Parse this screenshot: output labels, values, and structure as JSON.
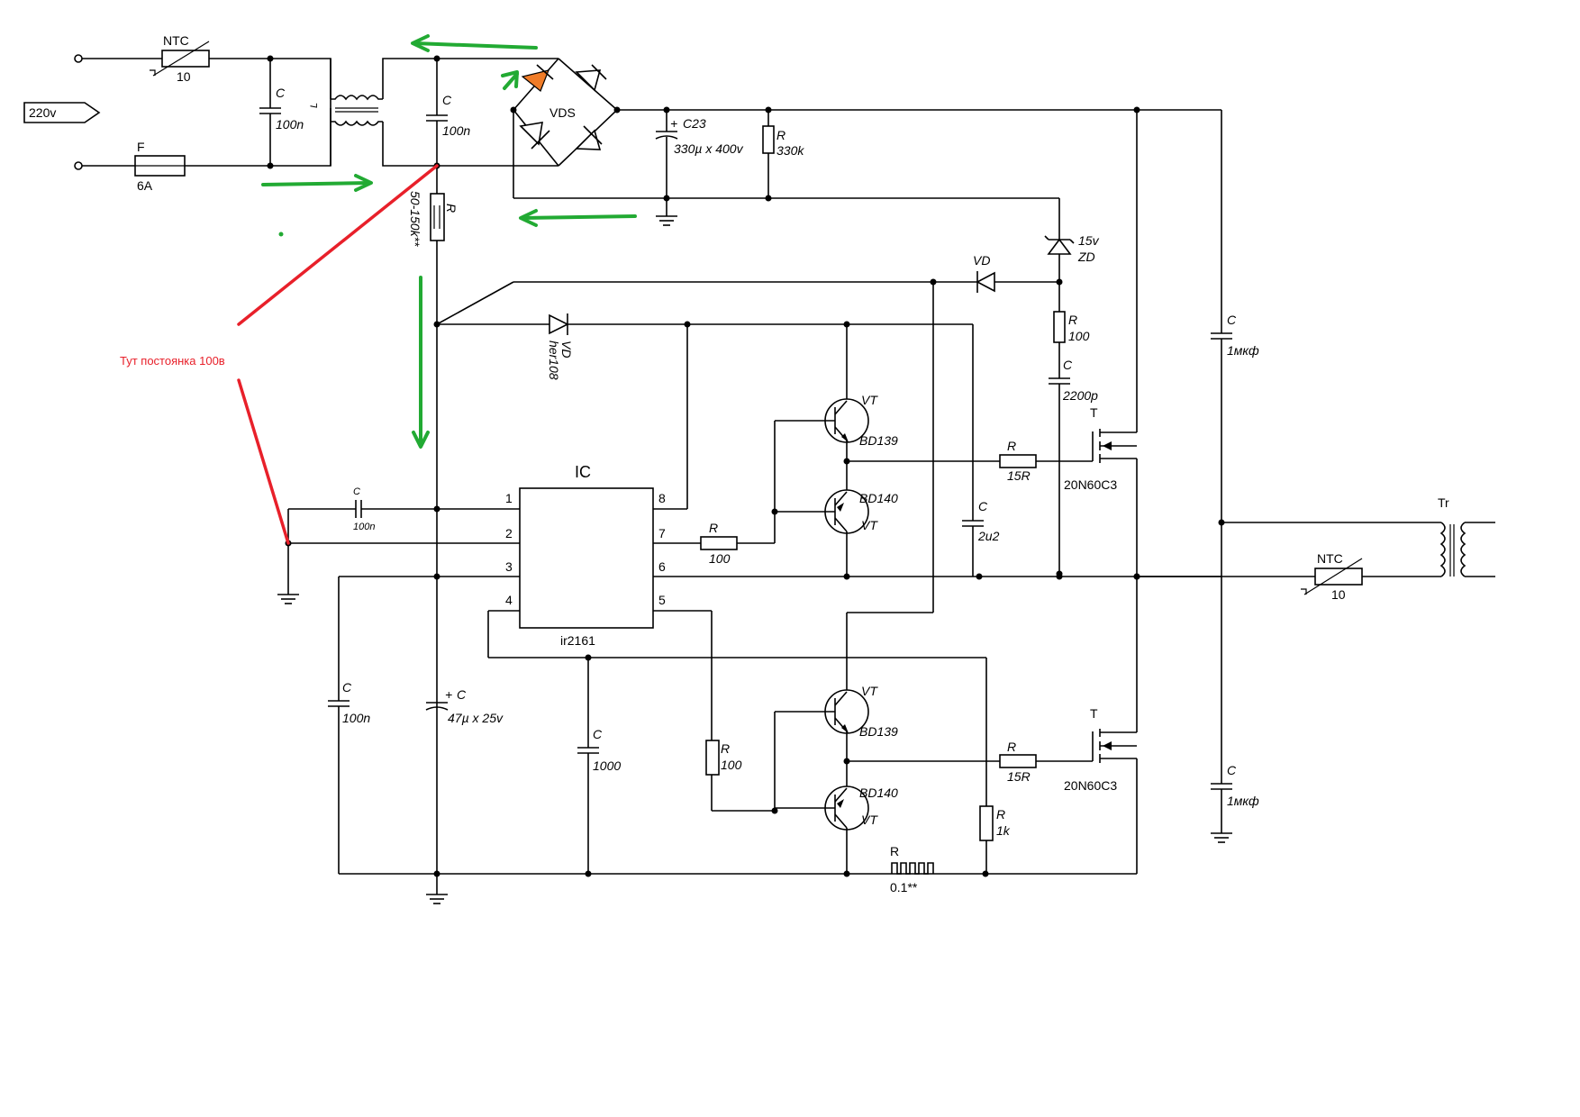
{
  "input": {
    "voltage_label": "220v",
    "ntc_name": "NTC",
    "ntc_value": "10",
    "fuse_name": "F",
    "fuse_value": "6A"
  },
  "filter": {
    "c1_name": "C",
    "c1_value": "100n",
    "choke_name": "L",
    "c2_name": "C",
    "c2_value": "100n"
  },
  "bridge": {
    "name": "VDS"
  },
  "bulk": {
    "cap_name": "C23",
    "cap_value": "330µ x 400v",
    "bleeder_name": "R",
    "bleeder_value": "330k"
  },
  "supply": {
    "dropper_name": "R",
    "dropper_value": "50-150k**",
    "zener_value": "15v",
    "zener_name": "ZD",
    "vd_name": "VD",
    "vd2_name": "VD",
    "vd2_value": "her108",
    "r_name": "R",
    "r_value": "100",
    "c_name": "C",
    "c_value": "2200p",
    "cbulk_name": "C",
    "cbulk_value": "47µ x 25v"
  },
  "ic": {
    "title": "IC",
    "part": "ir2161",
    "pins_left": [
      "1",
      "2",
      "3",
      "4"
    ],
    "pins_right": [
      "8",
      "7",
      "6",
      "5"
    ],
    "c_pin1_name": "C",
    "c_pin1_value": "100n",
    "c_pin3_name": "C",
    "c_pin3_value": "100n",
    "c_pin4_name": "C",
    "c_pin4_value": "1000",
    "boot_name": "C",
    "boot_value": "2u2"
  },
  "high_side": {
    "vt_top_name": "VT",
    "vt_top_part": "BD139",
    "vt_bot_part": "BD140",
    "vt_bot_name": "VT",
    "r_in_name": "R",
    "r_in_value": "100",
    "r_gate_name": "R",
    "r_gate_value": "15R",
    "mosfet_name": "T",
    "mosfet_part": "20N60C3"
  },
  "low_side": {
    "vt_top_name": "VT",
    "vt_top_part": "BD139",
    "vt_bot_part": "BD140",
    "vt_bot_name": "VT",
    "r_in_name": "R",
    "r_in_value": "100",
    "r_gate_name": "R",
    "r_gate_value": "15R",
    "mosfet_name": "T",
    "mosfet_part": "20N60C3",
    "r_sense_name": "R",
    "r_sense_value": "1k",
    "shunt_name": "R",
    "shunt_value": "0.1**"
  },
  "output": {
    "c_top_name": "C",
    "c_top_value": "1мкф",
    "c_bot_name": "C",
    "c_bot_value": "1мкф",
    "ntc_name": "NTC",
    "ntc_value": "10",
    "tr_name": "Tr"
  },
  "annotation": {
    "note": "Тут постоянка 100в",
    "color": "#e8202a",
    "arrow_color": "#22aa33",
    "bridge_diode_color": "#f07c28"
  }
}
